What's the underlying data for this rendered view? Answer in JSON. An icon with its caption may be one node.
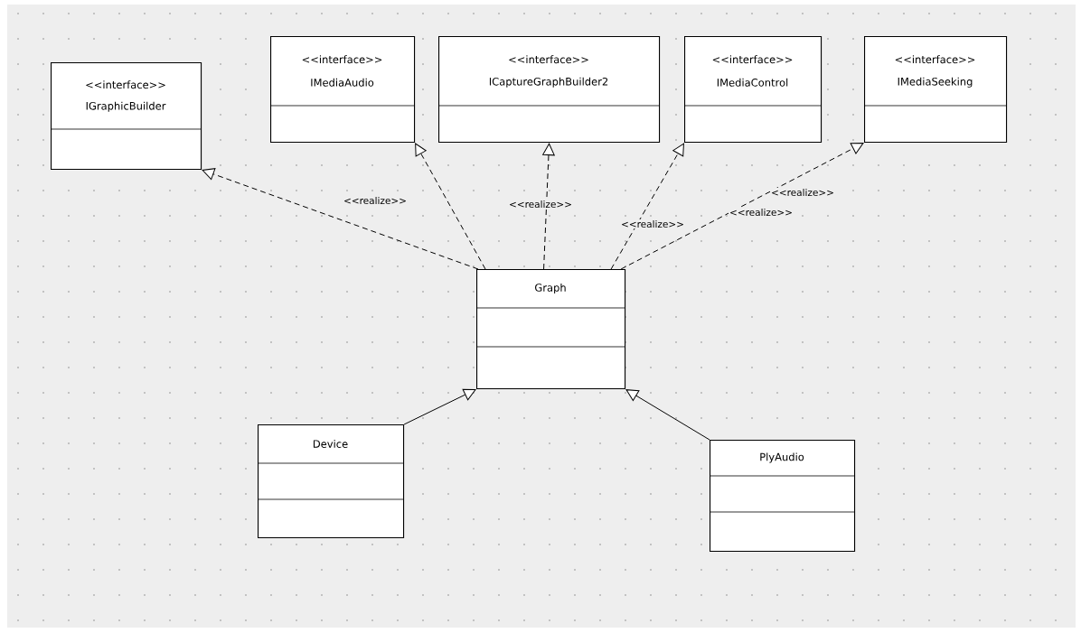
{
  "diagram": {
    "nodes": [
      {
        "text": [
          "<<interface>>",
          "IGraphicBuilder"
        ]
      },
      {
        "text": [
          "<<interface>>",
          "IMediaAudio"
        ]
      },
      {
        "text": [
          "<<interface>>",
          "ICaptureGraphBuilder2"
        ]
      },
      {
        "text": [
          "<<interface>>",
          "IMediaControl"
        ]
      },
      {
        "text": [
          "<<interface>>",
          "IMediaSeeking"
        ]
      },
      {
        "text": [
          "Graph"
        ]
      },
      {
        "text": [
          "Device"
        ]
      },
      {
        "text": [
          "PlyAudio"
        ]
      }
    ],
    "edges": [
      {
        "from": 5,
        "to": 0,
        "arrow": "to",
        "style": "dashed",
        "label": "<<realize>>"
      },
      {
        "from": 5,
        "to": 1,
        "arrow": "to",
        "style": "dashed"
      },
      {
        "from": 5,
        "to": 2,
        "arrow": "to",
        "style": "dashed",
        "label": "<<realize>>"
      },
      {
        "from": 5,
        "to": 3,
        "arrow": "to",
        "style": "dashed",
        "label": "<<realize>>"
      },
      {
        "from": 5,
        "to": 4,
        "arrow": "to",
        "style": "dashed",
        "label": "<<realize>>"
      },
      {
        "from": 6,
        "to": 5,
        "arrow": "to"
      },
      {
        "from": 7,
        "to": 5,
        "arrow": "to"
      }
    ],
    "labels": [
      "<<realize>>"
    ]
  }
}
